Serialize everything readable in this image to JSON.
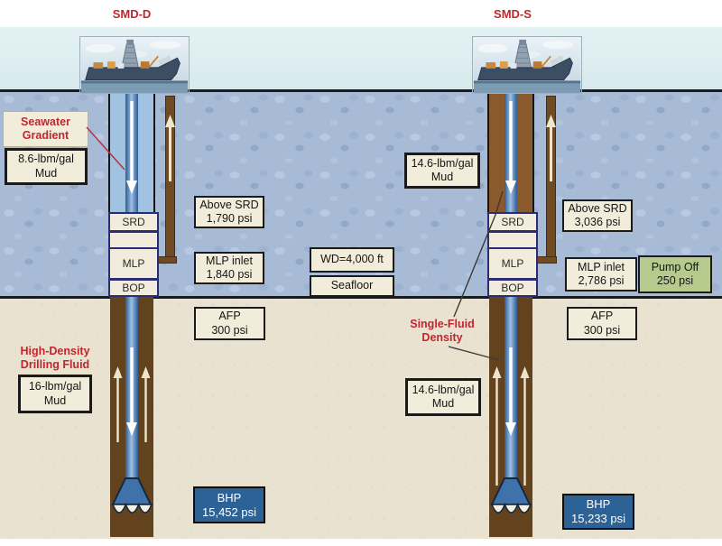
{
  "diagram": {
    "left_title": "SMD-D",
    "right_title": "SMD-S",
    "water_depth": "WD=4,000 ft",
    "seafloor": "Seafloor"
  },
  "smdd": {
    "seawater_gradient": {
      "line1": "Seawater",
      "line2": "Gradient"
    },
    "riser_mud": {
      "line1": "8.6-lbm/gal",
      "line2": "Mud"
    },
    "above_srd": {
      "line1": "Above SRD",
      "line2": "1,790 psi"
    },
    "mlp_inlet": {
      "line1": "MLP inlet",
      "line2": "1,840 psi"
    },
    "afp": {
      "line1": "AFP",
      "line2": "300 psi"
    },
    "drilling_fluid": {
      "line1": "High-Density",
      "line2": "Drilling Fluid"
    },
    "well_mud": {
      "line1": "16-lbm/gal",
      "line2": "Mud"
    },
    "bhp": {
      "line1": "BHP",
      "line2": "15,452 psi"
    },
    "stack": {
      "srd": "SRD",
      "mlp": "MLP",
      "bop": "BOP"
    }
  },
  "smds": {
    "riser_mud": {
      "line1": "14.6-lbm/gal",
      "line2": "Mud"
    },
    "above_srd": {
      "line1": "Above SRD",
      "line2": "3,036 psi"
    },
    "mlp_inlet": {
      "line1": "MLP inlet",
      "line2": "2,786 psi"
    },
    "pump_off": {
      "line1": "Pump Off",
      "line2": "250 psi"
    },
    "afp": {
      "line1": "AFP",
      "line2": "300 psi"
    },
    "single_fluid": {
      "line1": "Single-Fluid",
      "line2": "Density"
    },
    "well_mud": {
      "line1": "14.6-lbm/gal",
      "line2": "Mud"
    },
    "bhp": {
      "line1": "BHP",
      "line2": "15,233 psi"
    },
    "stack": {
      "srd": "SRD",
      "mlp": "MLP",
      "bop": "BOP"
    }
  },
  "colors": {
    "red_label": "#c0272d",
    "water": "#a7bbd7",
    "sky": "#ddedf0",
    "ground": "#e9e2d1",
    "label_box": "#f2edda",
    "bhp_box": "#2d6296",
    "pump_off_box": "#b6ca8e",
    "seawater_riser": "#a2c2e2",
    "mud_riser": "#8a5a2c",
    "wellbore": "#63431d",
    "drillpipe_blue": "#3f72aa",
    "stack_border": "#2c2c74"
  }
}
